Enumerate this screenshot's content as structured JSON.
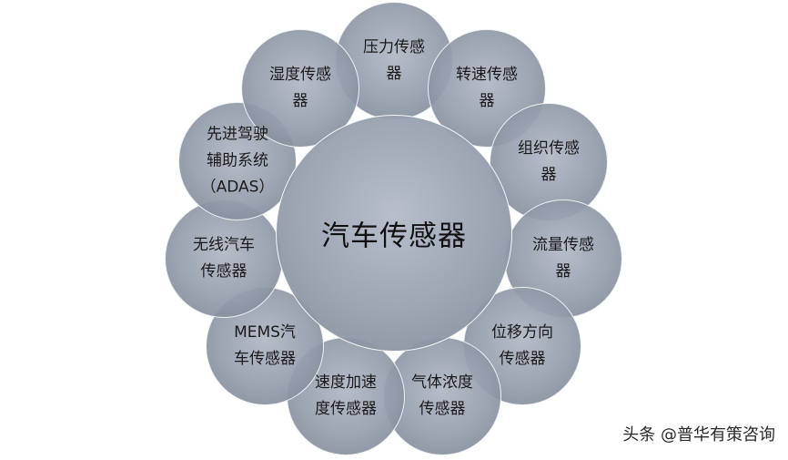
{
  "center": {
    "label": "汽车传感器"
  },
  "nodes": [
    {
      "lines": [
        "压力传感",
        "器"
      ]
    },
    {
      "lines": [
        "转速传感",
        "器"
      ]
    },
    {
      "lines": [
        "组织传感",
        "器"
      ]
    },
    {
      "lines": [
        "流量传感",
        "器"
      ]
    },
    {
      "lines": [
        "位移方向",
        "传感器"
      ]
    },
    {
      "lines": [
        "气体浓度",
        "传感器"
      ]
    },
    {
      "lines": [
        "速度加速",
        "度传感器"
      ]
    },
    {
      "lines": [
        "MEMS汽",
        "车传感器"
      ]
    },
    {
      "lines": [
        "无线汽车",
        "传感器"
      ]
    },
    {
      "lines": [
        "先进驾驶",
        "辅助系统",
        "（ADAS）"
      ]
    },
    {
      "lines": [
        "湿度传感",
        "器"
      ]
    }
  ],
  "watermark": "头条 @普华有策咨询",
  "colors": {
    "circle_fill": "#9aa1ae",
    "center_fill": "#9ea5b2",
    "outline": "#ffffff",
    "text": "#1a1a1a"
  }
}
